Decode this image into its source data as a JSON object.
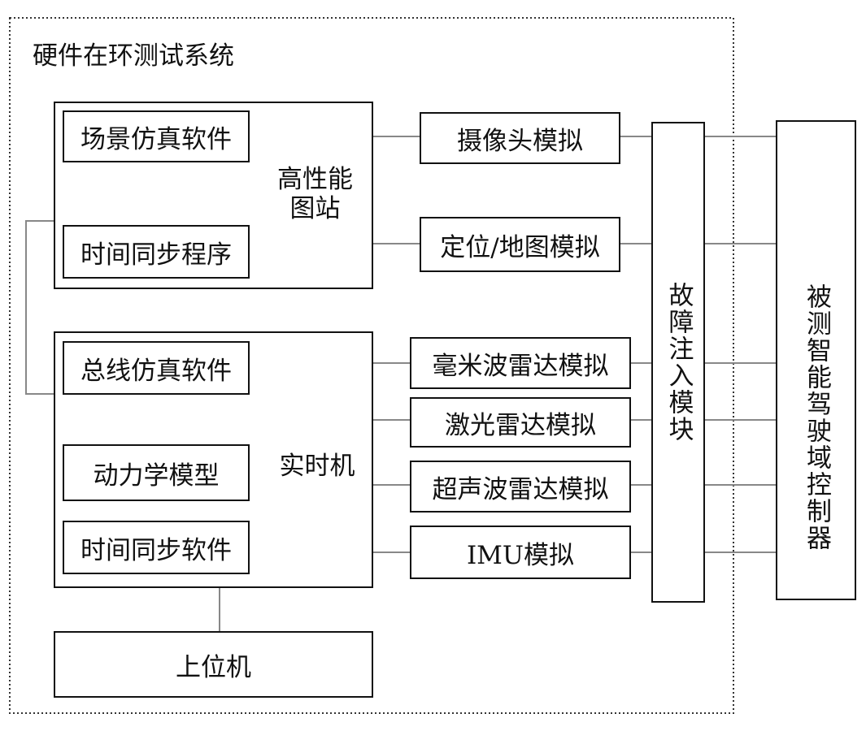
{
  "system_title": "硬件在环测试系统",
  "workstation": {
    "label": "高性能\n图站",
    "modules": [
      "场景仿真软件",
      "时间同步程序"
    ]
  },
  "realtime": {
    "label": "实时机",
    "modules": [
      "总线仿真软件",
      "动力学模型",
      "时间同步软件"
    ]
  },
  "host_pc": "上位机",
  "simulators": [
    "摄像头模拟",
    "定位/地图模拟",
    "毫米波雷达模拟",
    "激光雷达模拟",
    "超声波雷达模拟",
    "IMU模拟"
  ],
  "fault_injection": "故障注入模块",
  "controller": "被测智能驾驶域控制器"
}
